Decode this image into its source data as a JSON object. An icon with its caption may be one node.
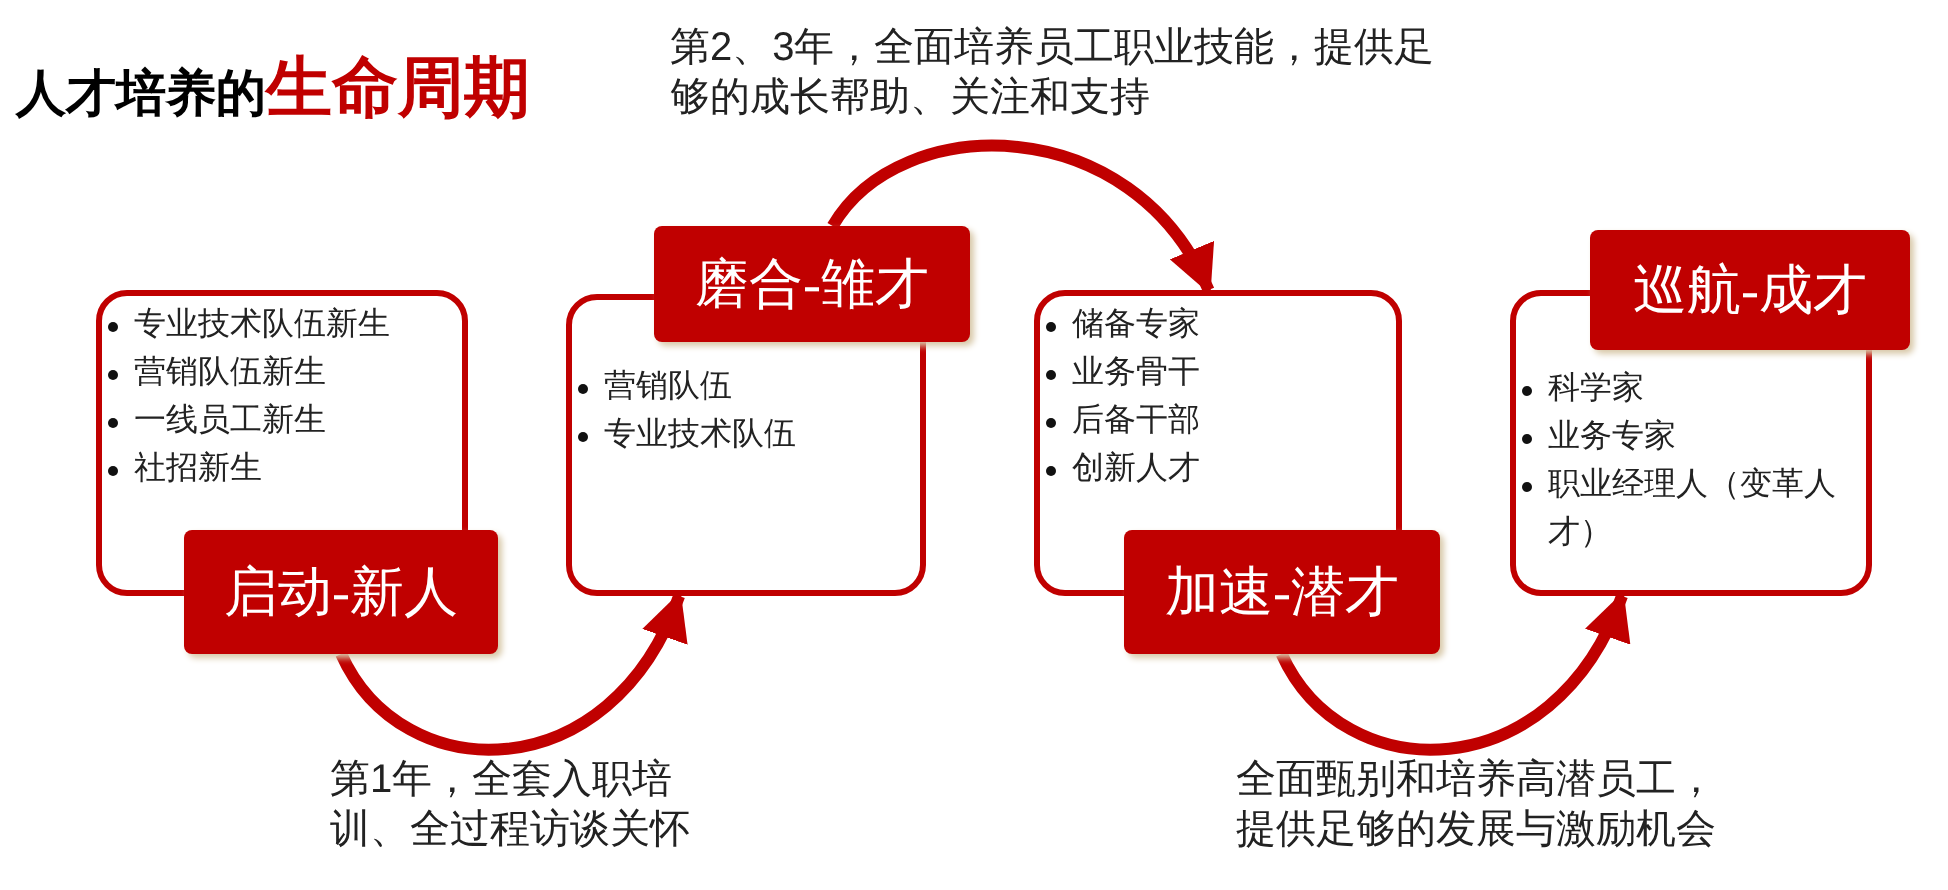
{
  "diagram": {
    "title": "人才培养的**生命周期**",
    "nodes": [
      {
        "text": [
          "启动-新人",
          "专业技术队伍新生",
          "营销队伍新生",
          "一线员工新生",
          "社招新生"
        ]
      },
      {
        "text": [
          "磨合-雏才",
          "营销队伍",
          "专业技术队伍"
        ]
      },
      {
        "text": [
          "加速-潜才",
          "储备专家",
          "业务骨干",
          "后备干部",
          "创新人才"
        ]
      },
      {
        "text": [
          "巡航-成才",
          "科学家",
          "业务专家",
          "职业经理人（变革人才）"
        ]
      }
    ],
    "edges": [
      {
        "from": 0,
        "to": 1,
        "arrow": "to",
        "label": "第1年，全套入职培训、全过程访谈关怀"
      },
      {
        "from": 1,
        "to": 2,
        "arrow": "to",
        "label": "第2、3年，全面培养员工职业技能，提供足够的成长帮助、关注和支持"
      },
      {
        "from": 2,
        "to": 3,
        "arrow": "to",
        "label": "全面甄别和培养高潜员工，提供足够的发展与激励机会"
      }
    ]
  }
}
